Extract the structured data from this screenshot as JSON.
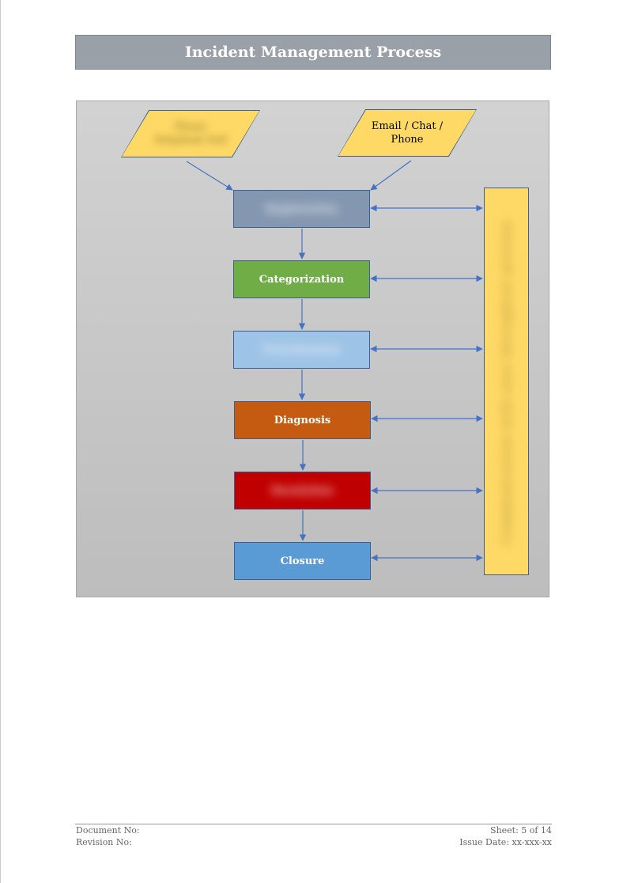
{
  "header": {
    "title": "Incident Management Process"
  },
  "inputs": [
    {
      "label": "Phone Helpdesk Self",
      "blurred": true
    },
    {
      "label": "Email / Chat / Phone",
      "blurred": false
    }
  ],
  "steps": [
    {
      "label": "Registration",
      "color": "#8497b0",
      "blurred": true
    },
    {
      "label": "Categorization",
      "color": "#70ad47",
      "blurred": false
    },
    {
      "label": "Prioritization",
      "color": "#9dc3e6",
      "blurred": true
    },
    {
      "label": "Diagnosis",
      "color": "#c55a11",
      "blurred": false
    },
    {
      "label": "Resolution",
      "color": "#c00000",
      "blurred": true
    },
    {
      "label": "Closure",
      "color": "#5b9bd5",
      "blurred": false
    }
  ],
  "side_panel": {
    "label": "Communication with user throughout process",
    "blurred": true
  },
  "colors": {
    "arrow": "#4472c4",
    "side_panel": "#ffd966",
    "input": "#ffd966",
    "title_bar": "#9aa0a8"
  },
  "footer": {
    "document_no": "Document No:",
    "revision_no": "Revision No:",
    "sheet": "Sheet: 5 of 14",
    "issue_date": "Issue Date: xx-xxx-xx"
  }
}
